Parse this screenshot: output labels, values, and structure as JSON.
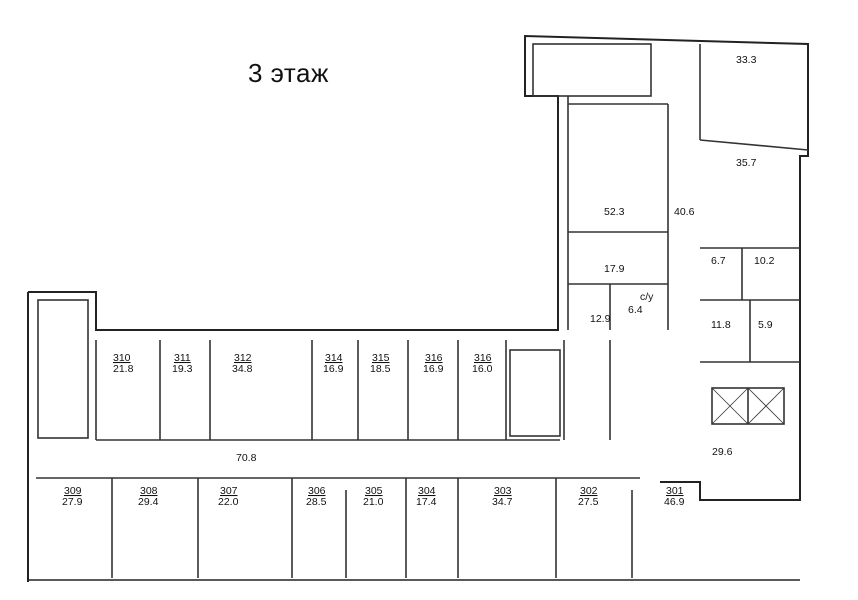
{
  "title": "3 этаж",
  "rooms": [
    {
      "id": "r310",
      "number": "310",
      "area": "21.8"
    },
    {
      "id": "r311",
      "number": "311",
      "area": "19.3"
    },
    {
      "id": "r312",
      "number": "312",
      "area": "34.8"
    },
    {
      "id": "r314",
      "number": "314",
      "area": "16.9"
    },
    {
      "id": "r315",
      "number": "315",
      "area": "18.5"
    },
    {
      "id": "r316a",
      "number": "316",
      "area": "16.9"
    },
    {
      "id": "r316b",
      "number": "316",
      "area": "16.0"
    },
    {
      "id": "r309",
      "number": "309",
      "area": "27.9"
    },
    {
      "id": "r308",
      "number": "308",
      "area": "29.4"
    },
    {
      "id": "r307",
      "number": "307",
      "area": "22.0"
    },
    {
      "id": "r306",
      "number": "306",
      "area": "28.5"
    },
    {
      "id": "r305",
      "number": "305",
      "area": "21.0"
    },
    {
      "id": "r304",
      "number": "304",
      "area": "17.4"
    },
    {
      "id": "r303",
      "number": "303",
      "area": "34.7"
    },
    {
      "id": "r302",
      "number": "302",
      "area": "27.5"
    },
    {
      "id": "r301",
      "number": "301",
      "area": "46.9"
    }
  ],
  "areas": [
    {
      "id": "a333",
      "value": "33.3"
    },
    {
      "id": "a357",
      "value": "35.7"
    },
    {
      "id": "a523",
      "value": "52.3"
    },
    {
      "id": "a406",
      "value": "40.6"
    },
    {
      "id": "a179",
      "value": "17.9"
    },
    {
      "id": "a67",
      "value": "6.7"
    },
    {
      "id": "a102",
      "value": "10.2"
    },
    {
      "id": "a129",
      "value": "12.9"
    },
    {
      "id": "a64",
      "value": "6.4"
    },
    {
      "id": "a118",
      "value": "11.8"
    },
    {
      "id": "a59",
      "value": "5.9"
    },
    {
      "id": "a708",
      "value": "70.8"
    },
    {
      "id": "a296",
      "value": "29.6"
    }
  ],
  "wc_label": "с/у"
}
